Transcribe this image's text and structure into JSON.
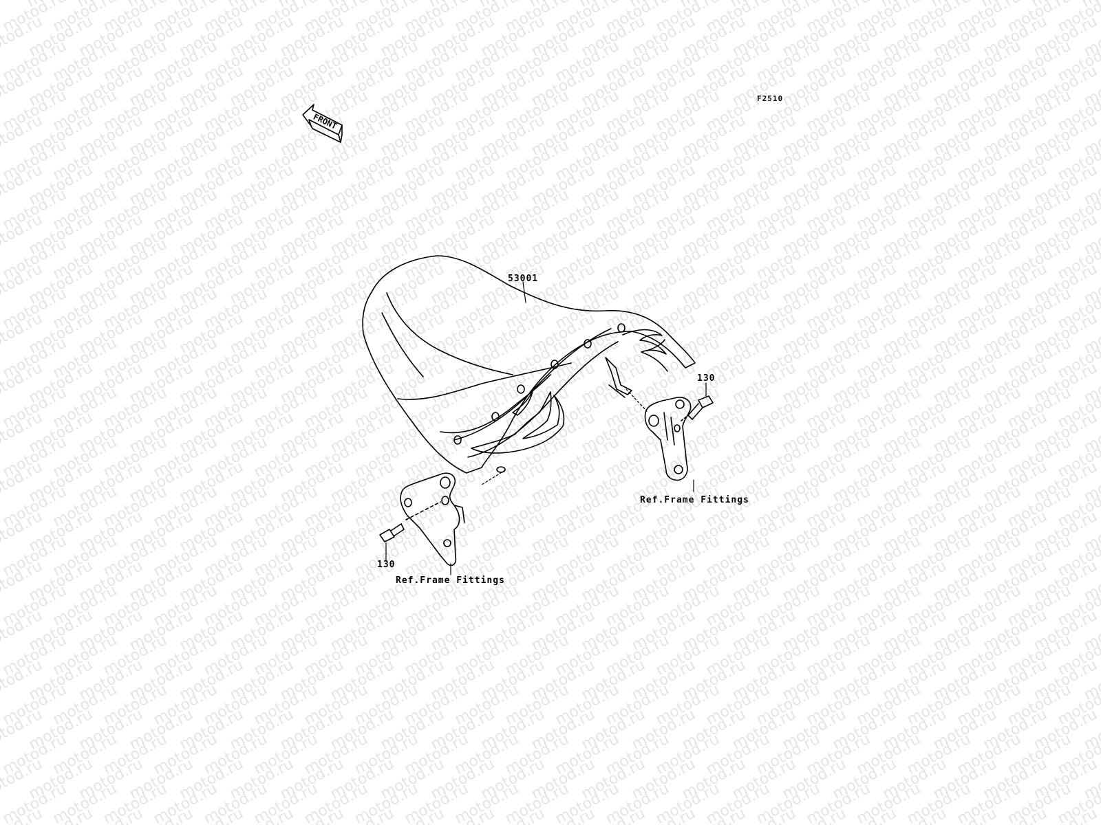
{
  "diagram": {
    "code": "F2510",
    "front_arrow_label": "FRONT",
    "watermark": "motod.ru",
    "callouts": {
      "seat_part": "53001",
      "bolt_right": "130",
      "bolt_left": "130",
      "ref_right": "Ref.Frame Fittings",
      "ref_left": "Ref.Frame Fittings"
    }
  }
}
